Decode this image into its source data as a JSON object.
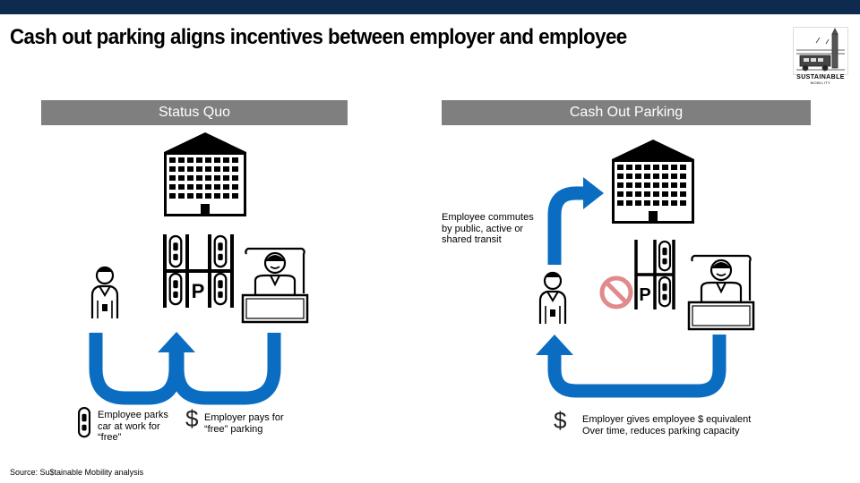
{
  "title": "Cash out parking aligns incentives between employer and employee",
  "logo": {
    "text": "SUSTAINABLE",
    "subtext": "MOBILITY"
  },
  "panels": {
    "left": {
      "header": "Status Quo",
      "labels": {
        "employee_parks": [
          "Employee parks",
          "car at work for",
          "“free”"
        ],
        "employer_pays": [
          "Employer pays for",
          "“free” parking"
        ],
        "dollar": "$",
        "parking_sign": "P"
      }
    },
    "right": {
      "header": "Cash Out Parking",
      "labels": {
        "commute": [
          "Employee commutes",
          "by public, active or",
          "shared transit"
        ],
        "employer_gives": [
          "Employer gives employee $ equivalent",
          "Over time, reduces parking capacity"
        ],
        "dollar": "$",
        "parking_sign": "P"
      }
    }
  },
  "source": "Source: Su$tainable Mobility analysis",
  "colors": {
    "top_bar": "#0e2a4f",
    "header_bg": "#7f7f7f",
    "arrow_blue": "#0a6dc2",
    "no_sign": "#e08a8a"
  },
  "icons": [
    "building-icon",
    "parking-lot-icon",
    "employee-icon",
    "employer-desk-icon",
    "car-icon",
    "dollar-icon",
    "no-sign-icon"
  ]
}
